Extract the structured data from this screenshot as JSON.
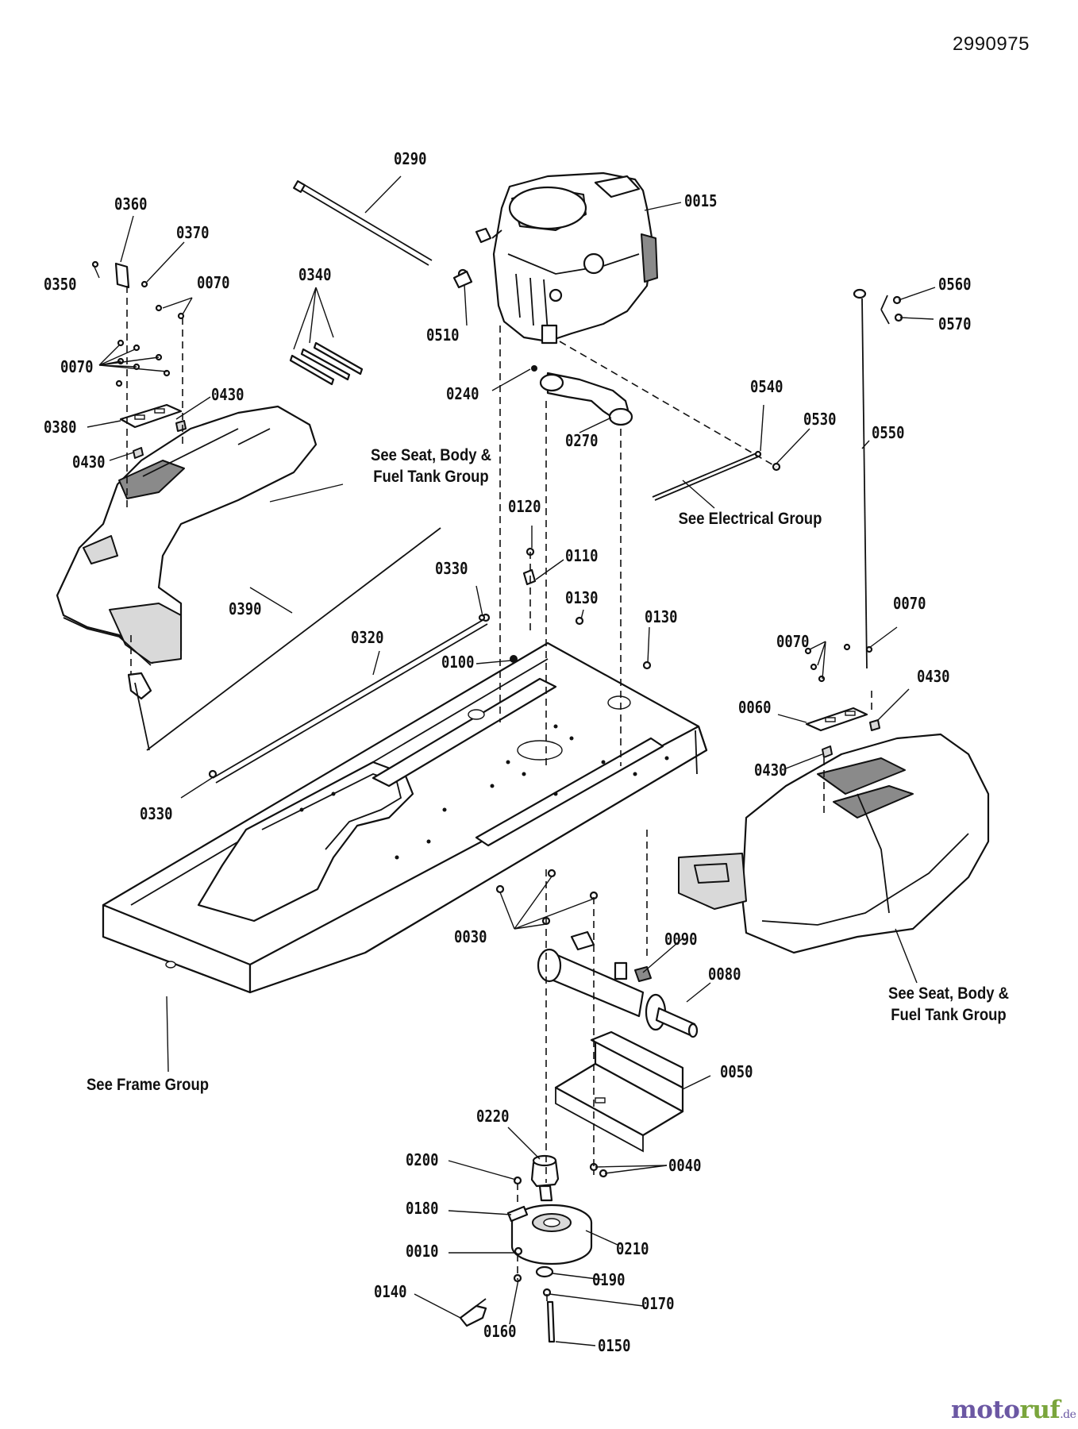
{
  "document_number": "2990975",
  "callouts": [
    {
      "id": "c0015",
      "text": "0015"
    },
    {
      "id": "c0290",
      "text": "0290"
    },
    {
      "id": "c0360",
      "text": "0360"
    },
    {
      "id": "c0370",
      "text": "0370"
    },
    {
      "id": "c0350",
      "text": "0350"
    },
    {
      "id": "c0070a",
      "text": "0070"
    },
    {
      "id": "c0340",
      "text": "0340"
    },
    {
      "id": "c0510",
      "text": "0510"
    },
    {
      "id": "c0560",
      "text": "0560"
    },
    {
      "id": "c0570",
      "text": "0570"
    },
    {
      "id": "c0070b",
      "text": "0070"
    },
    {
      "id": "c0430a",
      "text": "0430"
    },
    {
      "id": "c0380",
      "text": "0380"
    },
    {
      "id": "c0430b",
      "text": "0430"
    },
    {
      "id": "c0240",
      "text": "0240"
    },
    {
      "id": "c0270",
      "text": "0270"
    },
    {
      "id": "c0540",
      "text": "0540"
    },
    {
      "id": "c0530",
      "text": "0530"
    },
    {
      "id": "c0550",
      "text": "0550"
    },
    {
      "id": "c0120",
      "text": "0120"
    },
    {
      "id": "c0110",
      "text": "0110"
    },
    {
      "id": "c0330a",
      "text": "0330"
    },
    {
      "id": "c0130a",
      "text": "0130"
    },
    {
      "id": "c0130b",
      "text": "0130"
    },
    {
      "id": "c0390",
      "text": "0390"
    },
    {
      "id": "c0320",
      "text": "0320"
    },
    {
      "id": "c0100",
      "text": "0100"
    },
    {
      "id": "c0070c",
      "text": "0070"
    },
    {
      "id": "c0070d",
      "text": "0070"
    },
    {
      "id": "c0430c",
      "text": "0430"
    },
    {
      "id": "c0060",
      "text": "0060"
    },
    {
      "id": "c0430d",
      "text": "0430"
    },
    {
      "id": "c0330b",
      "text": "0330"
    },
    {
      "id": "c0030",
      "text": "0030"
    },
    {
      "id": "c0090",
      "text": "0090"
    },
    {
      "id": "c0080",
      "text": "0080"
    },
    {
      "id": "c0050",
      "text": "0050"
    },
    {
      "id": "c0220",
      "text": "0220"
    },
    {
      "id": "c0200",
      "text": "0200"
    },
    {
      "id": "c0040",
      "text": "0040"
    },
    {
      "id": "c0180",
      "text": "0180"
    },
    {
      "id": "c0210",
      "text": "0210"
    },
    {
      "id": "c0010",
      "text": "0010"
    },
    {
      "id": "c0190",
      "text": "0190"
    },
    {
      "id": "c0140",
      "text": "0140"
    },
    {
      "id": "c0170",
      "text": "0170"
    },
    {
      "id": "c0160",
      "text": "0160"
    },
    {
      "id": "c0150",
      "text": "0150"
    }
  ],
  "references": {
    "seat_body_upper": [
      "See Seat, Body &",
      "Fuel Tank Group"
    ],
    "electrical": [
      "See Electrical Group"
    ],
    "frame": [
      "See Frame Group"
    ],
    "seat_body_lower": [
      "See Seat, Body &",
      "Fuel Tank Group"
    ]
  },
  "watermark": {
    "text": "motoruf",
    "tld": ".de",
    "colors": [
      "#6b57a3",
      "#7aa53c"
    ]
  }
}
